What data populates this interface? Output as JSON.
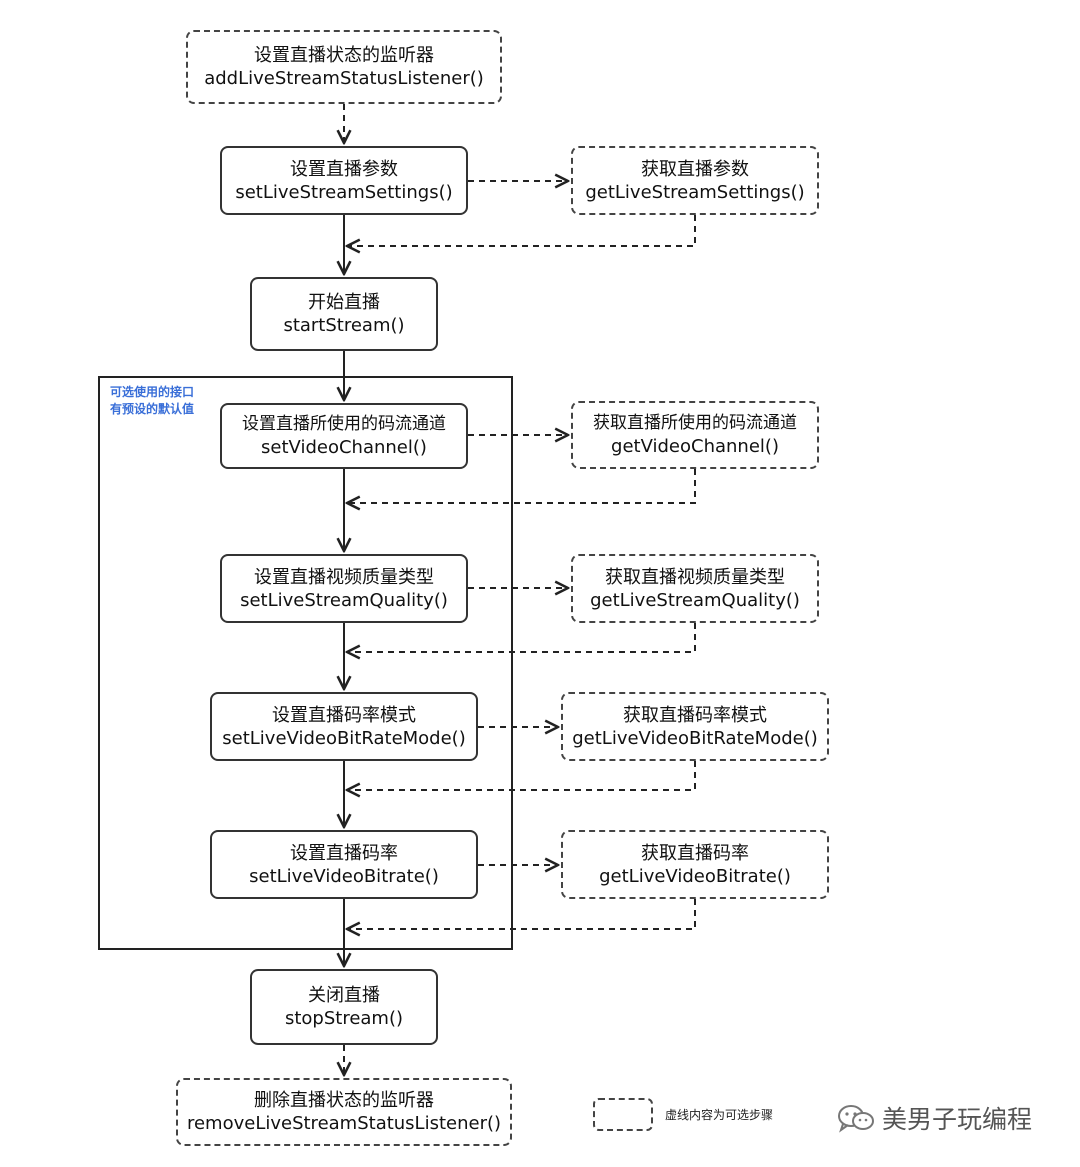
{
  "nodes": {
    "add_listener": {
      "cn": "设置直播状态的监听器",
      "api": "addLiveStreamStatusListener()"
    },
    "set_settings": {
      "cn": "设置直播参数",
      "api": "setLiveStreamSettings()"
    },
    "get_settings": {
      "cn": "获取直播参数",
      "api": "getLiveStreamSettings()"
    },
    "start_stream": {
      "cn": "开始直播",
      "api": "startStream()"
    },
    "set_channel": {
      "cn": "设置直播所使用的码流通道",
      "api": "setVideoChannel()"
    },
    "get_channel": {
      "cn": "获取直播所使用的码流通道",
      "api": "getVideoChannel()"
    },
    "set_quality": {
      "cn": "设置直播视频质量类型",
      "api": "setLiveStreamQuality()"
    },
    "get_quality": {
      "cn": "获取直播视频质量类型",
      "api": "getLiveStreamQuality()"
    },
    "set_bitrate_mode": {
      "cn": "设置直播码率模式",
      "api": "setLiveVideoBitRateMode()"
    },
    "get_bitrate_mode": {
      "cn": "获取直播码率模式",
      "api": "getLiveVideoBitRateMode()"
    },
    "set_bitrate": {
      "cn": "设置直播码率",
      "api": "setLiveVideoBitrate()"
    },
    "get_bitrate": {
      "cn": "获取直播码率",
      "api": "getLiveVideoBitrate()"
    },
    "stop_stream": {
      "cn": "关闭直播",
      "api": "stopStream()"
    },
    "remove_listener": {
      "cn": "删除直播状态的监听器",
      "api": "removeLiveStreamStatusListener()"
    }
  },
  "optional_group": {
    "line1": "可选使用的接口",
    "line2": "有预设的默认值"
  },
  "legend": {
    "text": "虚线内容为可选步骤"
  },
  "watermark": {
    "text": "美男子玩编程",
    "icon": "wechat-icon"
  },
  "colors": {
    "note": "#3a6fd8",
    "stroke": "#333333"
  }
}
